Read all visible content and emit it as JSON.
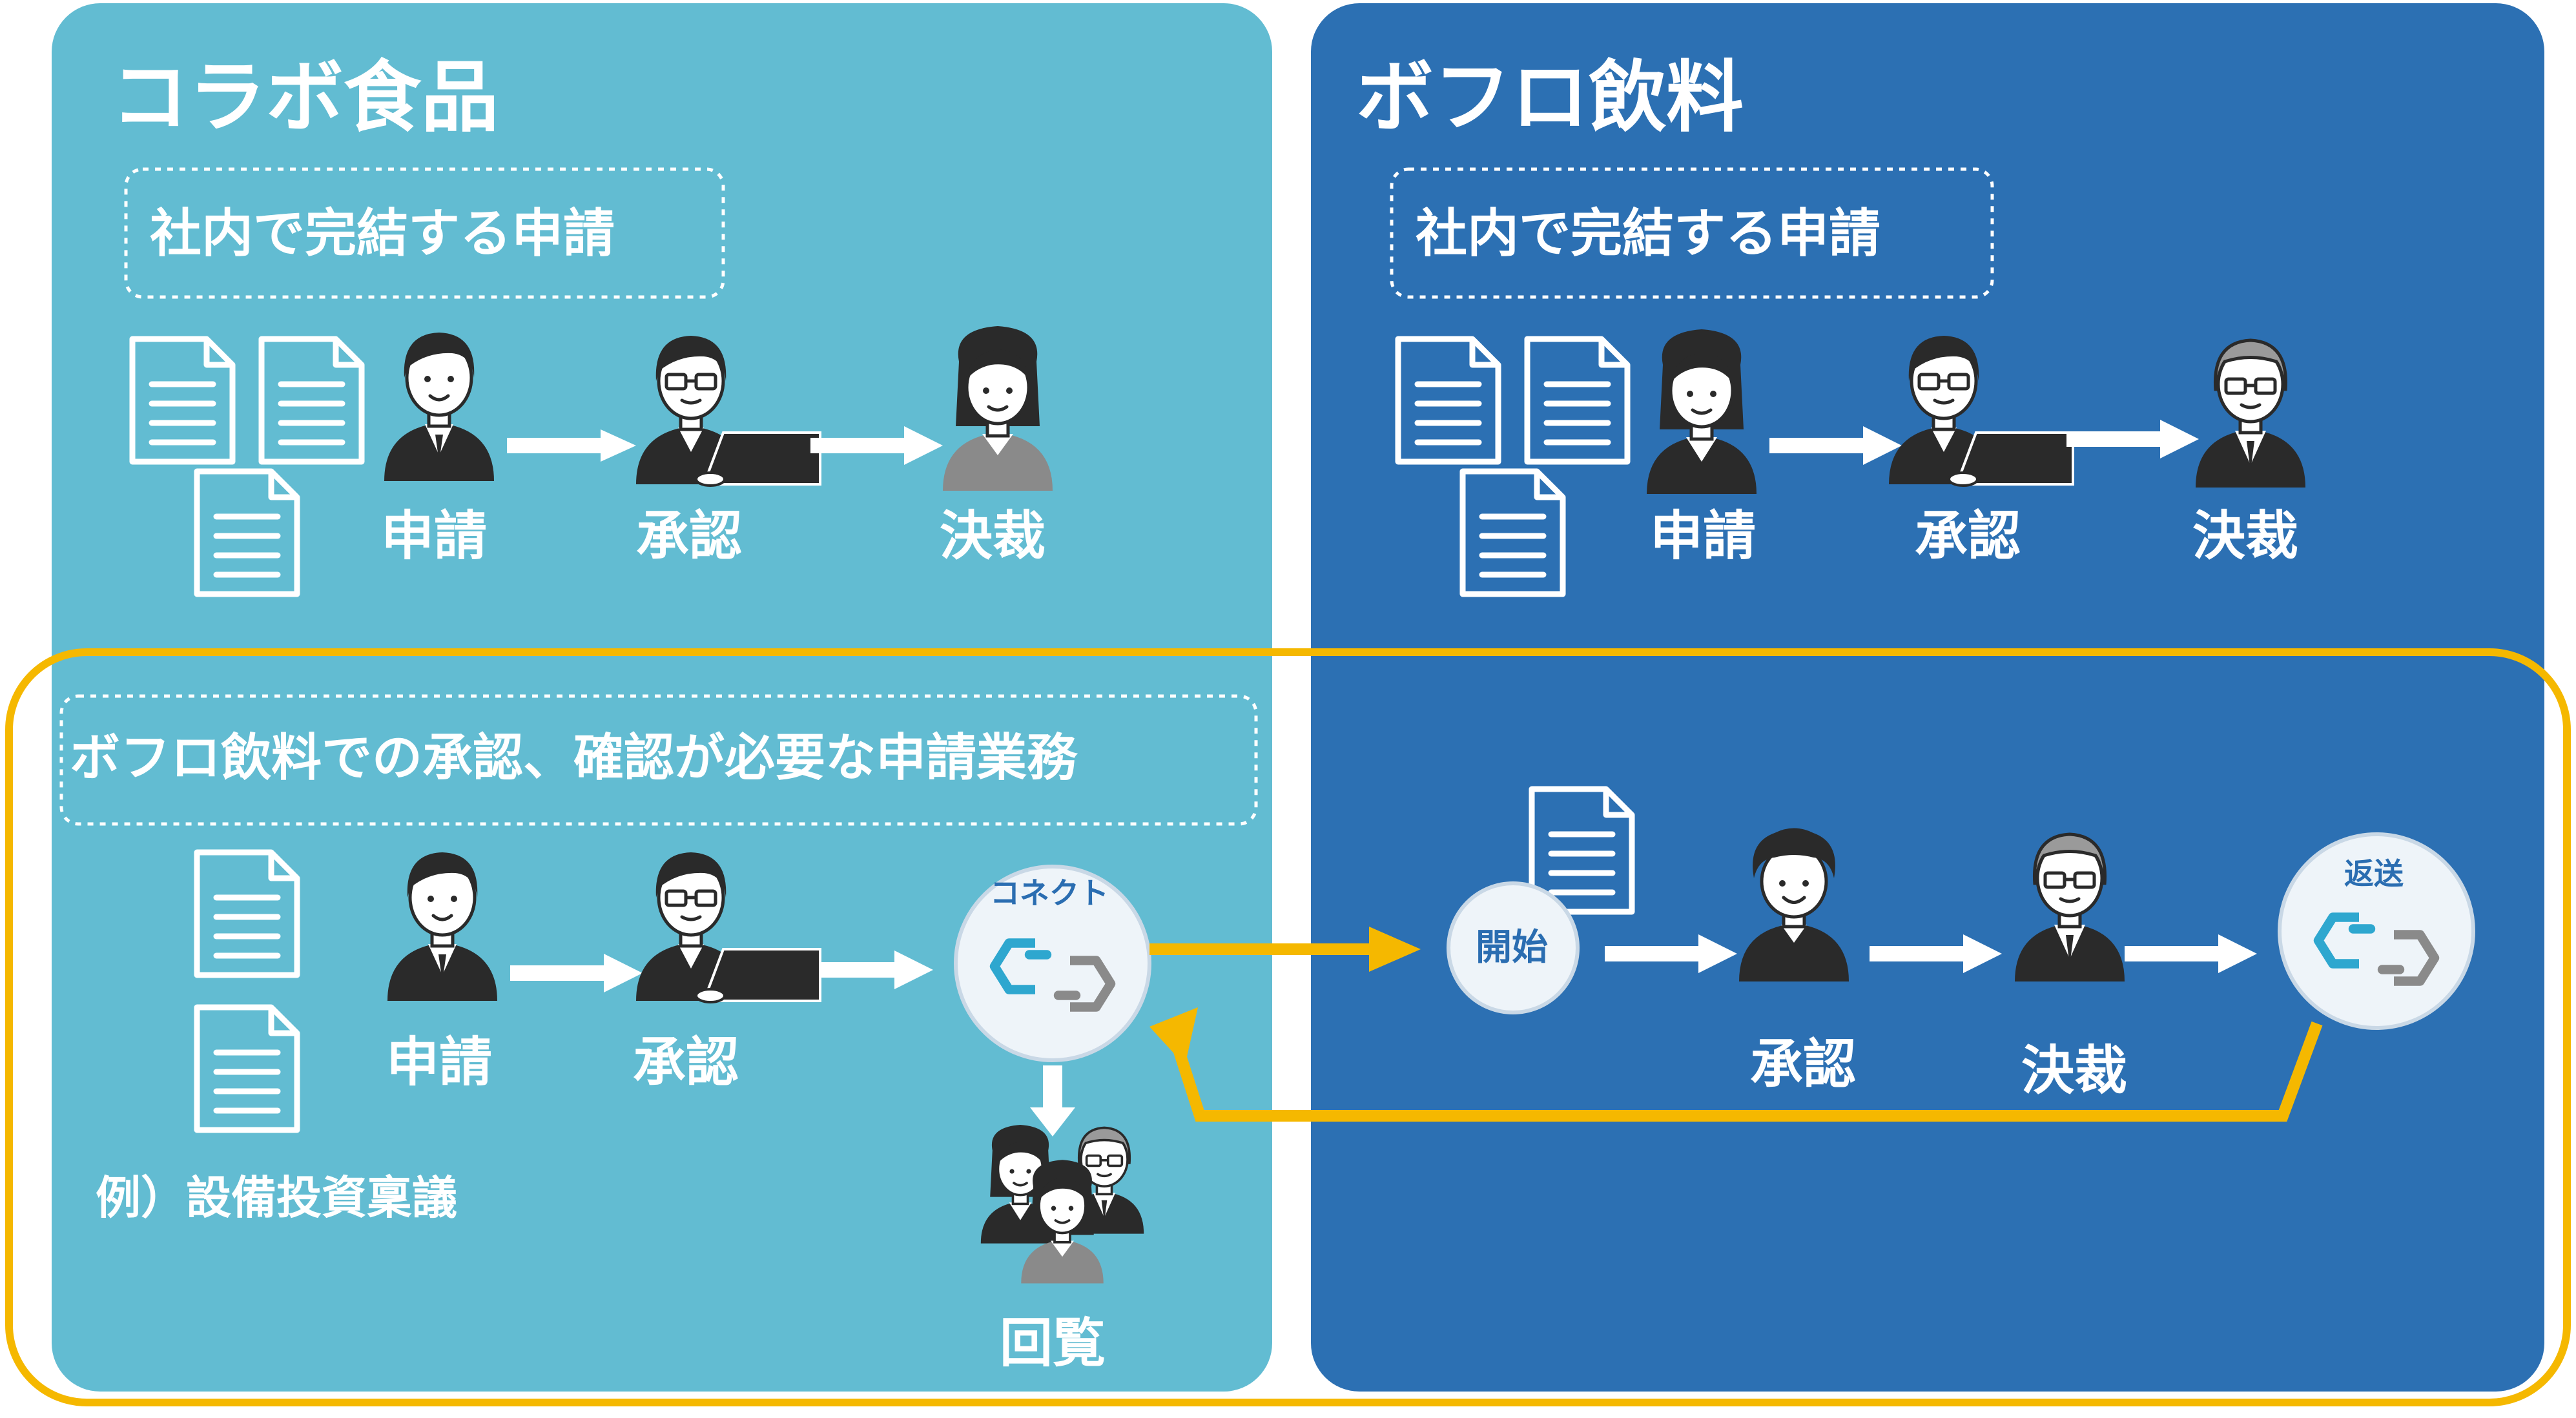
{
  "colors": {
    "left_panel": "#62bcd2",
    "right_panel": "#2c70b3",
    "highlight": "#f5b800",
    "icon_dark": "#2a2a2a",
    "circle_fill": "#eef4f9",
    "logo_blue": "#2ea7cf",
    "logo_gray": "#8a8a8a"
  },
  "left": {
    "title": "コラボ食品",
    "internal_box": "社内で完結する申請",
    "steps": [
      "申請",
      "承認",
      "決裁"
    ]
  },
  "right": {
    "title": "ボフロ飲料",
    "internal_box": "社内で完結する申請",
    "steps": [
      "申請",
      "承認",
      "決裁"
    ]
  },
  "cross": {
    "box": "ボフロ飲料での承認、確認が必要な申請業務",
    "steps": [
      "申請",
      "承認"
    ],
    "connect_label": "コネクト",
    "circulate_label": "回覧",
    "example": "例）設備投資稟議",
    "start_label": "開始",
    "right_steps": [
      "承認",
      "決裁"
    ],
    "return_label": "返送"
  }
}
